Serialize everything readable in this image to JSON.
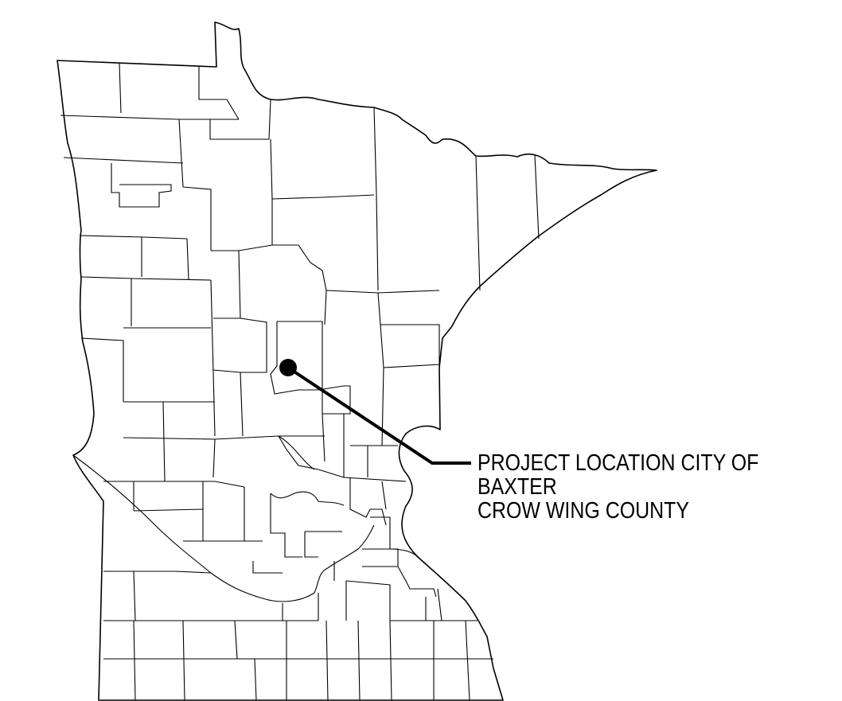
{
  "callout": {
    "line1": "PROJECT LOCATION CITY OF",
    "line2": "BAXTER",
    "line3": "CROW WING COUNTY"
  },
  "colors": {
    "ink": "#000000",
    "background": "#ffffff"
  }
}
